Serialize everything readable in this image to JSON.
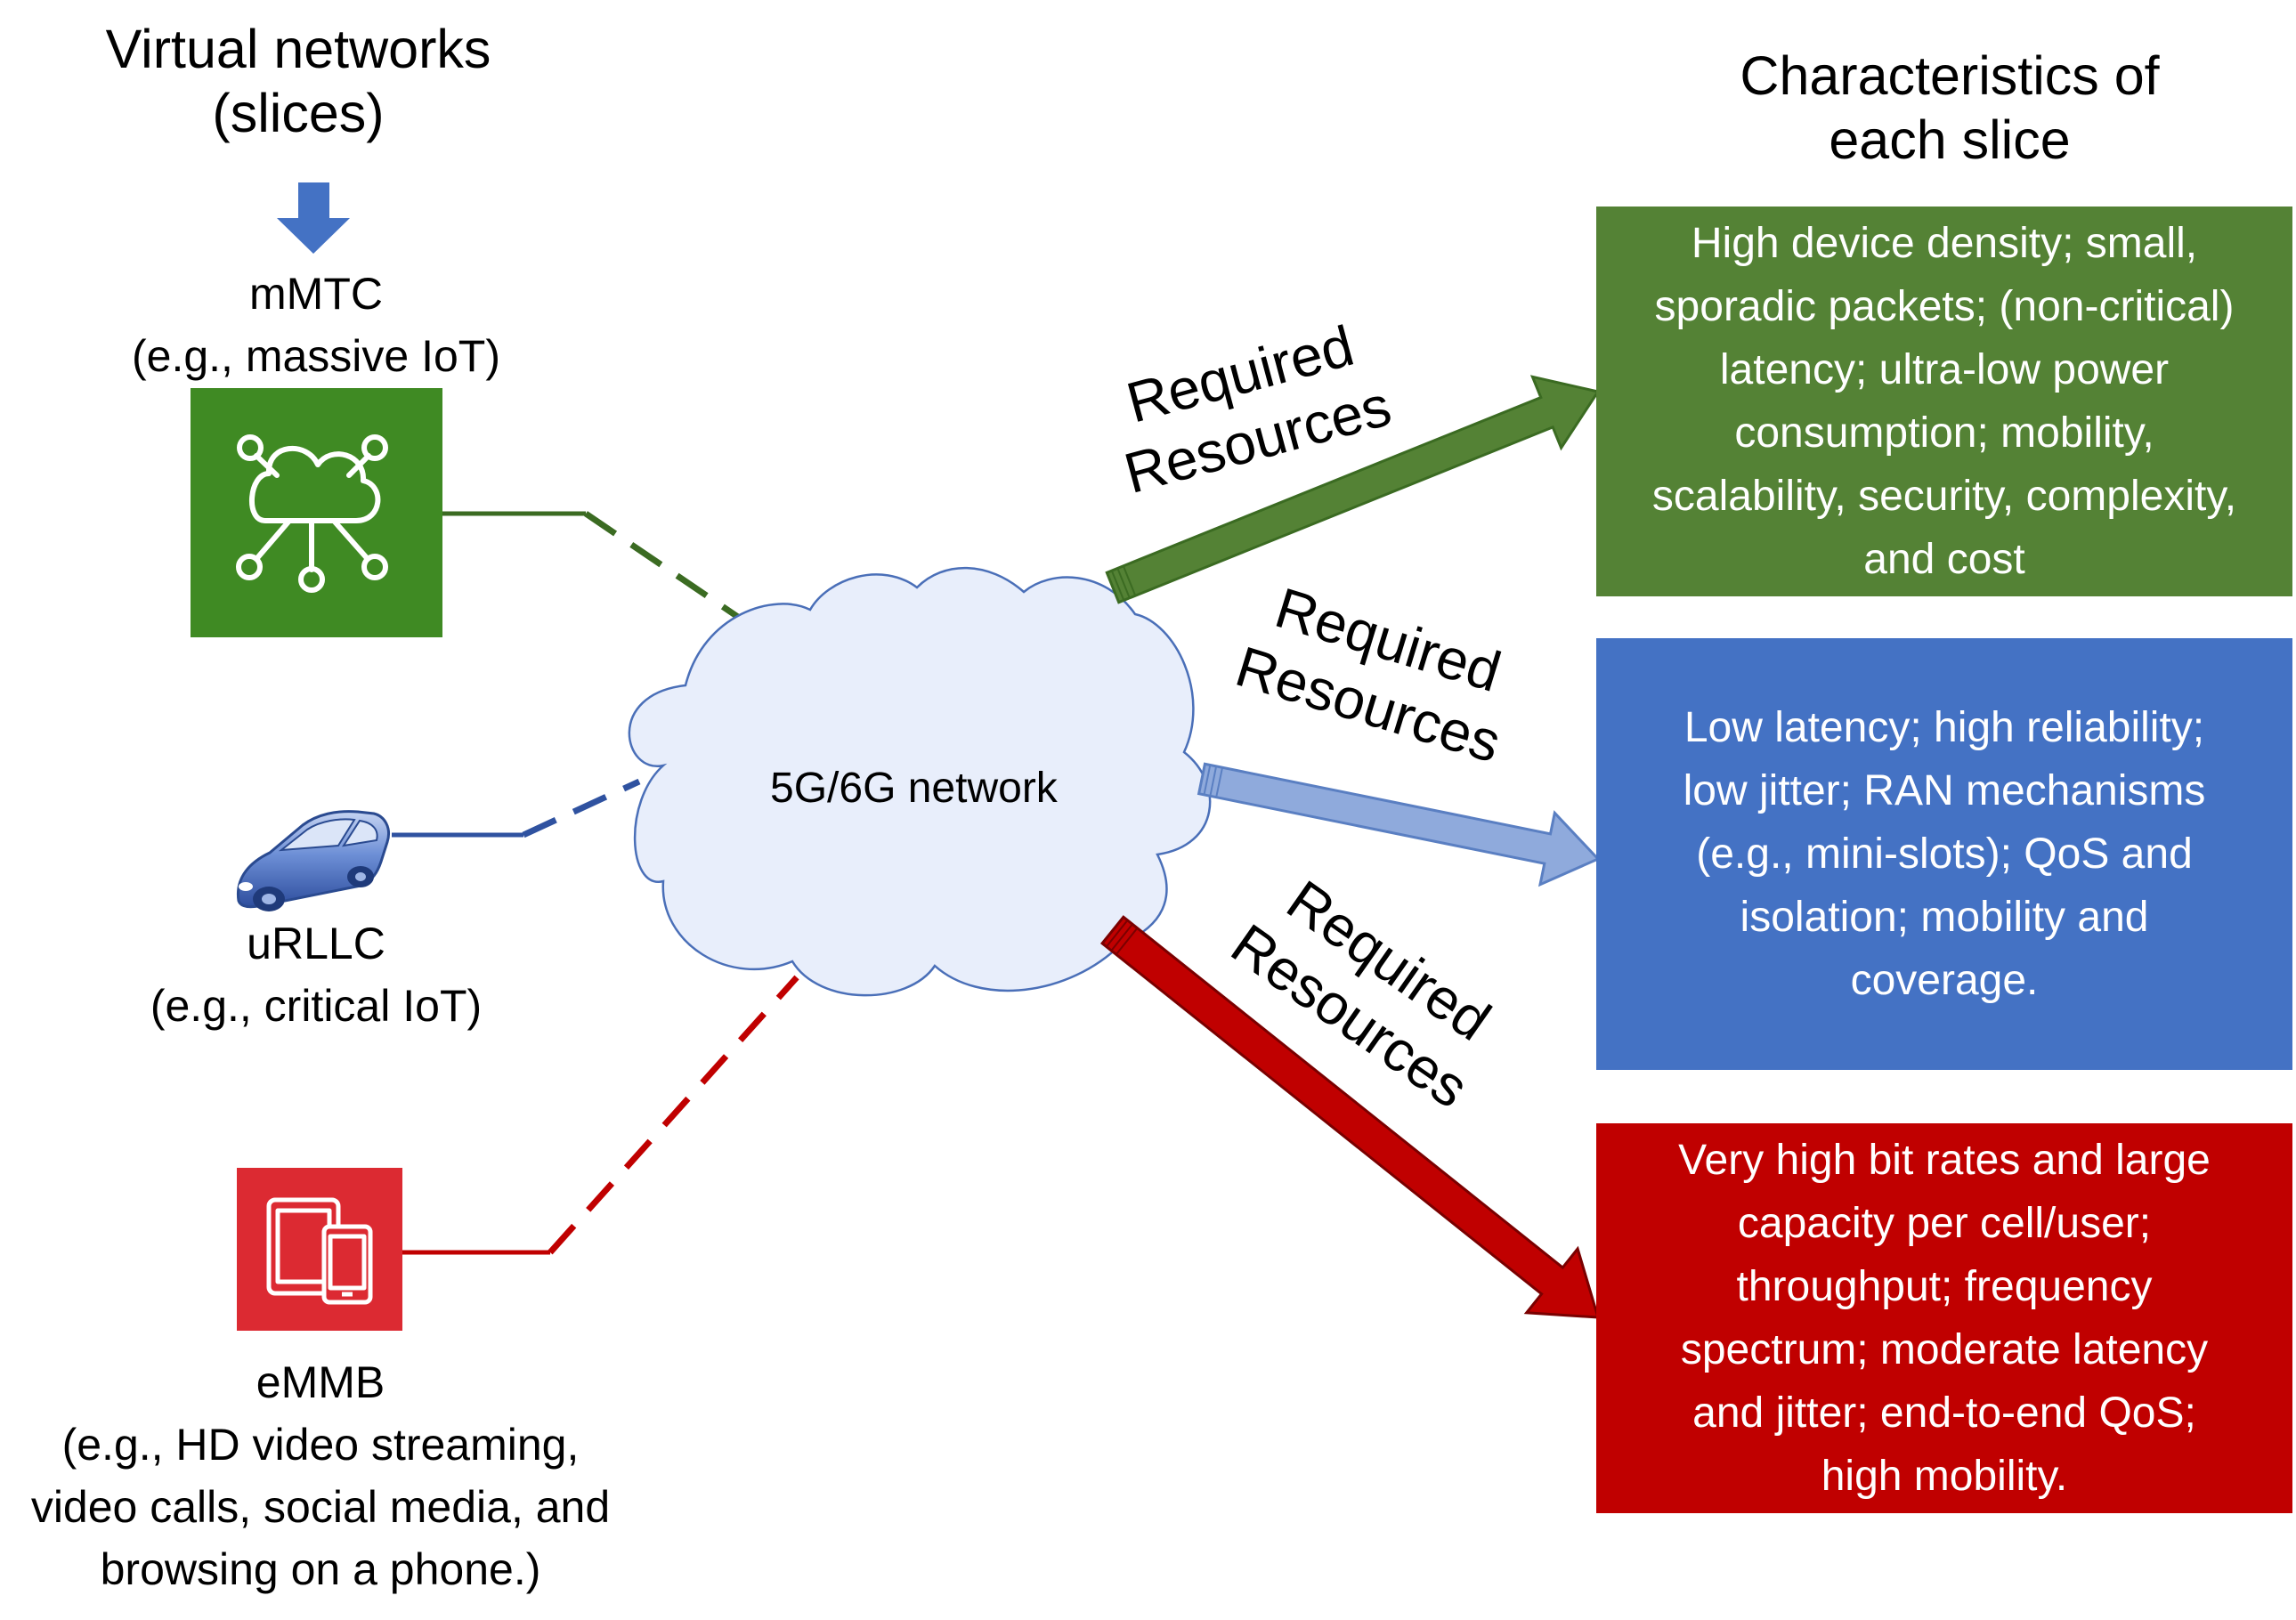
{
  "headings": {
    "left": "Virtual networks\n(slices)",
    "right": "Characteristics of\neach slice"
  },
  "network": {
    "label": "5G/6G network"
  },
  "slices": [
    {
      "id": "mmtc",
      "name": "mMTC",
      "example": "(e.g., massive IoT)",
      "icon": "cloud-network-icon",
      "color": "#3f8a23"
    },
    {
      "id": "urllc",
      "name": "uRLLC",
      "example": "(e.g., critical IoT)",
      "icon": "car-icon",
      "color": "#2e54a3"
    },
    {
      "id": "embb",
      "name": "eMMB",
      "example": "(e.g., HD video streaming,\nvideo calls, social media, and\nbrowsing on a phone.)",
      "icon": "tablet-phone-icon",
      "color": "#dc2a32"
    }
  ],
  "arrows": [
    {
      "label": "Required\nResources",
      "color": "#548235"
    },
    {
      "label": "Required\nResources",
      "color": "#8faadc"
    },
    {
      "label": "Required\nResources",
      "color": "#c00000"
    }
  ],
  "characteristics": [
    {
      "text": "High device density; small,\nsporadic packets; (non-critical)\nlatency; ultra-low power\nconsumption; mobility,\nscalability, security, complexity,\nand cost",
      "color": "#548235"
    },
    {
      "text": "Low latency; high reliability;\nlow jitter; RAN mechanisms\n(e.g., mini-slots); QoS and\nisolation; mobility and\ncoverage.",
      "color": "#4472c4"
    },
    {
      "text": "Very high bit rates and large\ncapacity per cell/user;\nthroughput; frequency\nspectrum; moderate latency\nand jitter; end-to-end QoS;\nhigh mobility.",
      "color": "#c00000"
    }
  ]
}
